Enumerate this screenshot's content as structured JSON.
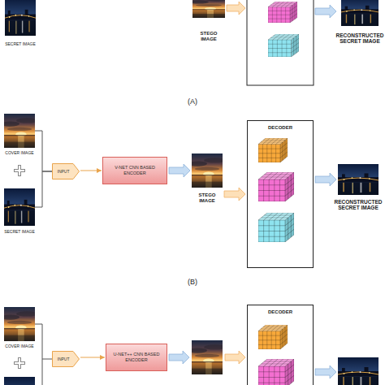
{
  "diagram": {
    "nodes": [
      {
        "text": [
          "SECRET IMAGE"
        ]
      },
      {
        "text": [
          "STEGO IMAGE"
        ]
      },
      {
        "text": [
          "RECONSTRUCTED SECRET IMAGE"
        ]
      },
      {
        "text": [
          "COVER IMAGE"
        ]
      },
      {
        "text": [
          "SECRET IMAGE"
        ]
      },
      {
        "text": [
          "INPUT"
        ]
      },
      {
        "text": [
          "V-NET CNN BASED ENCODER"
        ]
      },
      {
        "text": [
          "STEGO IMAGE"
        ]
      },
      {
        "text": [
          "DECODER"
        ]
      },
      {
        "text": [
          "RECONSTRUCTED SECRET IMAGE"
        ]
      },
      {
        "text": [
          "COVER IMAGE"
        ]
      },
      {
        "text": [
          "INPUT"
        ]
      },
      {
        "text": [
          "U-NET++ CNN BASED ENCODER"
        ]
      },
      {
        "text": [
          "DECODER"
        ]
      }
    ],
    "edges": [
      {
        "from": 3,
        "to": 5,
        "arrow": "none"
      },
      {
        "from": 4,
        "to": 5,
        "arrow": "none"
      },
      {
        "from": 5,
        "to": 6,
        "arrow": "to"
      },
      {
        "from": 6,
        "to": 7,
        "arrow": "to"
      },
      {
        "from": 7,
        "to": 8,
        "arrow": "to"
      },
      {
        "from": 8,
        "to": 9,
        "arrow": "to"
      },
      {
        "from": 10,
        "to": 11,
        "arrow": "none"
      },
      {
        "from": 11,
        "to": 12,
        "arrow": "to"
      }
    ],
    "labels": [
      "(A)",
      "(B)"
    ]
  }
}
